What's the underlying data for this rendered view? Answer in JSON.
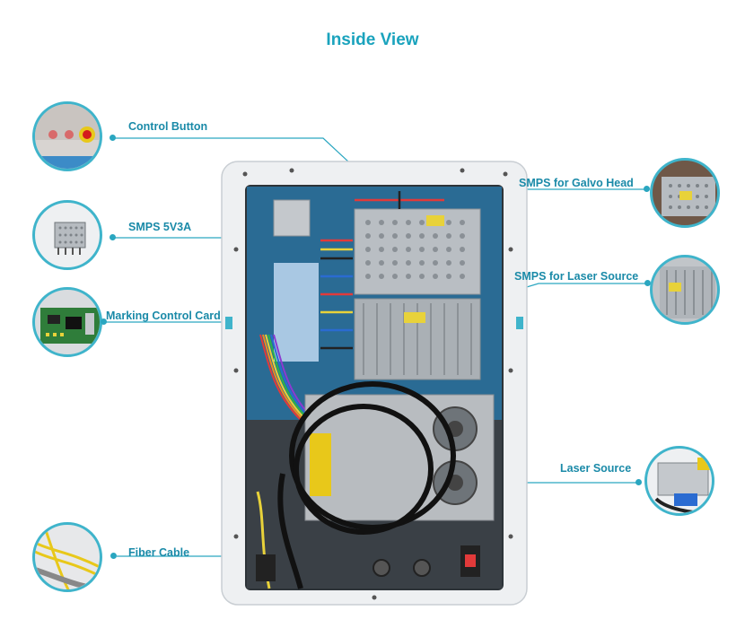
{
  "title": "Inside View",
  "colors": {
    "accent": "#1e9fb8",
    "title": "#1aa3bd",
    "label": "#1a8aa8",
    "frame": "#e9ecef",
    "panel": "#2b6f97"
  },
  "callouts": {
    "control_button": "Control Button",
    "smps_5v3a": "SMPS 5V3A",
    "marking_control_card": "Marking Control Card",
    "fiber_cable": "Fiber Cable",
    "smps_galvo_head": "SMPS for Galvo Head",
    "smps_laser_source": "SMPS for Laser Source",
    "laser_source": "Laser Source"
  }
}
